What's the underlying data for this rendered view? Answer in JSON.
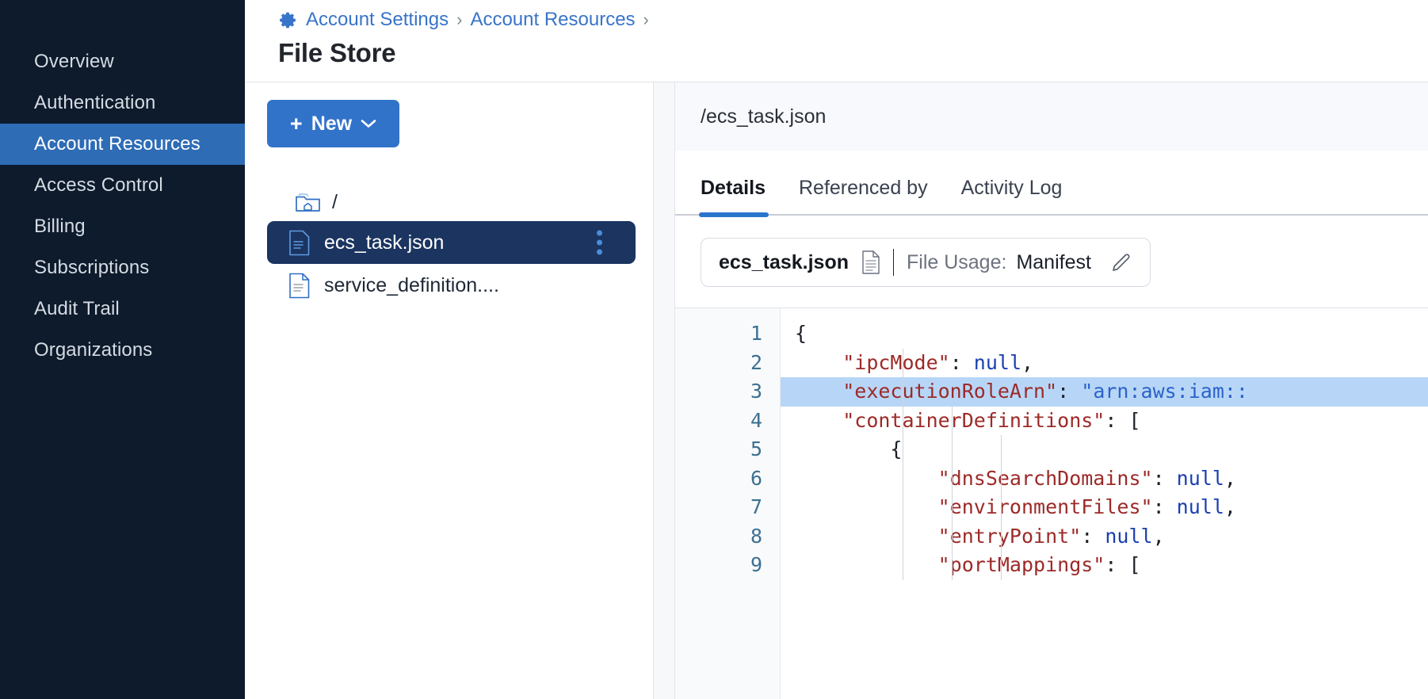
{
  "sidebar": {
    "items": [
      {
        "label": "Overview",
        "active": false
      },
      {
        "label": "Authentication",
        "active": false
      },
      {
        "label": "Account Resources",
        "active": true
      },
      {
        "label": "Access Control",
        "active": false
      },
      {
        "label": "Billing",
        "active": false
      },
      {
        "label": "Subscriptions",
        "active": false
      },
      {
        "label": "Audit Trail",
        "active": false
      },
      {
        "label": "Organizations",
        "active": false
      }
    ]
  },
  "header": {
    "gear_icon": "gear-icon",
    "breadcrumb": [
      {
        "label": "Account Settings"
      },
      {
        "label": "Account Resources"
      }
    ],
    "separator": "›",
    "trailing_separator": "›",
    "title": "File Store"
  },
  "browser": {
    "new_button": {
      "plus": "+",
      "label": "New",
      "chevron": "chevron-down-icon"
    },
    "tree": [
      {
        "kind": "folder",
        "label": "/",
        "selected": false,
        "kebab": false
      },
      {
        "kind": "file",
        "label": "ecs_task.json",
        "selected": true,
        "kebab": true
      },
      {
        "kind": "file",
        "label": "service_definition....",
        "selected": false,
        "kebab": false
      }
    ]
  },
  "detail": {
    "path": "/ecs_task.json",
    "tabs": [
      {
        "label": "Details",
        "active": true
      },
      {
        "label": "Referenced by",
        "active": false
      },
      {
        "label": "Activity Log",
        "active": false
      }
    ],
    "usage": {
      "file_name": "ecs_task.json",
      "doc_icon": "document-icon",
      "label": "File Usage:",
      "value": "Manifest",
      "edit_icon": "pencil-icon"
    }
  },
  "code": {
    "highlighted_line": 3,
    "lines": [
      {
        "n": 1,
        "indent": 0,
        "tokens": [
          {
            "t": "punct",
            "v": "{"
          }
        ]
      },
      {
        "n": 2,
        "indent": 1,
        "tokens": [
          {
            "t": "key",
            "v": "\"ipcMode\""
          },
          {
            "t": "punct",
            "v": ": "
          },
          {
            "t": "null",
            "v": "null"
          },
          {
            "t": "punct",
            "v": ","
          }
        ]
      },
      {
        "n": 3,
        "indent": 1,
        "tokens": [
          {
            "t": "key",
            "v": "\"executionRoleArn\""
          },
          {
            "t": "punct",
            "v": ": "
          },
          {
            "t": "str",
            "v": "\"arn:aws:iam::"
          }
        ]
      },
      {
        "n": 4,
        "indent": 1,
        "tokens": [
          {
            "t": "key",
            "v": "\"containerDefinitions\""
          },
          {
            "t": "punct",
            "v": ": ["
          }
        ]
      },
      {
        "n": 5,
        "indent": 2,
        "tokens": [
          {
            "t": "punct",
            "v": "{"
          }
        ]
      },
      {
        "n": 6,
        "indent": 3,
        "tokens": [
          {
            "t": "key",
            "v": "\"dnsSearchDomains\""
          },
          {
            "t": "punct",
            "v": ": "
          },
          {
            "t": "null",
            "v": "null"
          },
          {
            "t": "punct",
            "v": ","
          }
        ]
      },
      {
        "n": 7,
        "indent": 3,
        "tokens": [
          {
            "t": "key",
            "v": "\"environmentFiles\""
          },
          {
            "t": "punct",
            "v": ": "
          },
          {
            "t": "null",
            "v": "null"
          },
          {
            "t": "punct",
            "v": ","
          }
        ]
      },
      {
        "n": 8,
        "indent": 3,
        "tokens": [
          {
            "t": "key",
            "v": "\"entryPoint\""
          },
          {
            "t": "punct",
            "v": ": "
          },
          {
            "t": "null",
            "v": "null"
          },
          {
            "t": "punct",
            "v": ","
          }
        ]
      },
      {
        "n": 9,
        "indent": 3,
        "tokens": [
          {
            "t": "key",
            "v": "\"portMappings\""
          },
          {
            "t": "punct",
            "v": ": ["
          }
        ]
      }
    ]
  },
  "colors": {
    "sidebar_bg": "#0d1b2c",
    "accent_blue": "#3273ca",
    "active_nav": "#2e6cb5",
    "selected_row": "#1b3460",
    "highlight_line": "#b7d6f7",
    "json_key": "#9c2a28",
    "json_null": "#1b3fb0",
    "json_string": "#2b62c9"
  }
}
